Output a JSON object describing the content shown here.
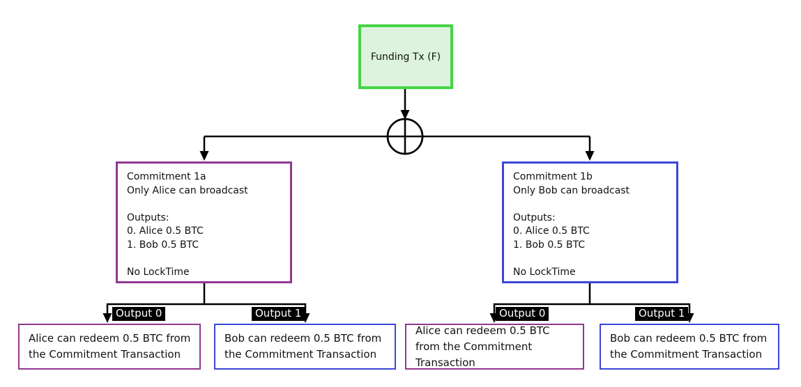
{
  "funding_node": {
    "label": "Funding Tx (F)"
  },
  "combiner": {
    "icon": "circle-plus-icon"
  },
  "commitment_nodes": [
    {
      "lines": "Commitment 1a\nOnly Alice can broadcast\n\nOutputs:\n0. Alice 0.5 BTC\n1. Bob 0.5 BTC\n\nNo LockTime"
    },
    {
      "lines": "Commitment 1b\nOnly Bob can broadcast\n\nOutputs:\n0. Alice 0.5 BTC\n1. Bob 0.5 BTC\n\nNo LockTime"
    }
  ],
  "output_labels": [
    "Output 0",
    "Output 1",
    "Output 0",
    "Output 1"
  ],
  "redeem_nodes": [
    {
      "text": "Alice can redeem 0.5 BTC from the Commitment Transaction"
    },
    {
      "text": "Bob can redeem 0.5 BTC from the Commitment Transaction"
    },
    {
      "text": "Alice can redeem 0.5 BTC from the Commitment Transaction"
    },
    {
      "text": "Bob can redeem 0.5 BTC from the Commitment Transaction"
    }
  ],
  "colors": {
    "funding_border": "#45d445",
    "funding_fill": "#ddf3dd",
    "alice_border": "#913791",
    "bob_border": "#3a46d9",
    "connector": "#000000",
    "output_label_bg": "#000000",
    "output_label_text": "#ffffff"
  }
}
